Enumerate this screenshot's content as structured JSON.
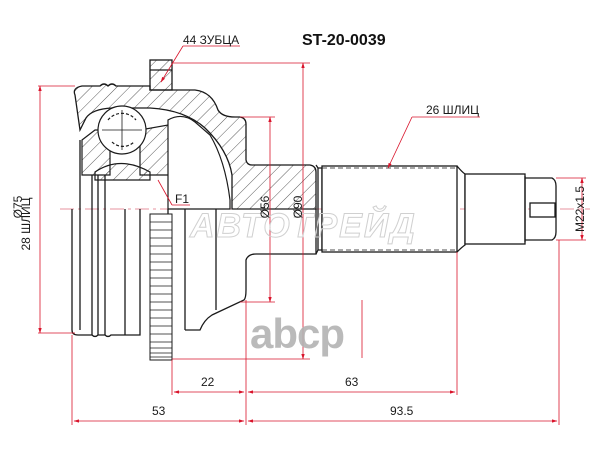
{
  "title": "ST-20-0039",
  "annotations": {
    "teeth": "44 ЗУБЦА",
    "outer_splines": "26 ШЛИЦ",
    "inner_diameter": "Ø75",
    "inner_splines": "28 ШЛИЦ",
    "thread": "M22x1.5",
    "d56": "Ø56",
    "d90": "Ø90",
    "f1": "F1"
  },
  "dimensions": {
    "d22": "22",
    "d63": "63",
    "d53": "53",
    "d93_5": "93.5"
  },
  "watermarks": {
    "brand1": "АВТОТРЕЙД",
    "brand2": "abcp"
  },
  "colors": {
    "outline": "#1a1a1a",
    "dimension": "#d9142b",
    "centerline": "#e07080",
    "watermark": "#b3b3b3"
  }
}
